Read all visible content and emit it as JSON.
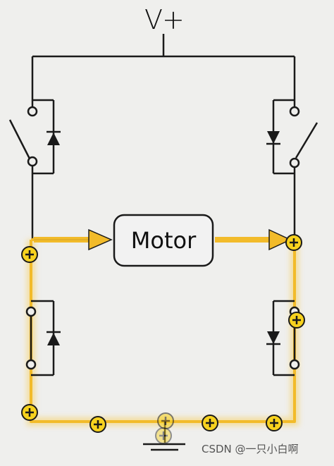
{
  "labels": {
    "supply": "V+",
    "motor": "Motor",
    "watermark": "CSDN @一只小白啊"
  },
  "colors": {
    "wire": "#1a1a1a",
    "current_path": "#f2bb2a",
    "charge_fill": "#f7d21e",
    "motor_fill": "#f2f2f2",
    "background": "#efefed"
  },
  "charge_symbol": "+",
  "icons": [
    "switch-symbol",
    "diode-symbol",
    "ground-symbol",
    "arrow-icon",
    "charge-icon"
  ]
}
